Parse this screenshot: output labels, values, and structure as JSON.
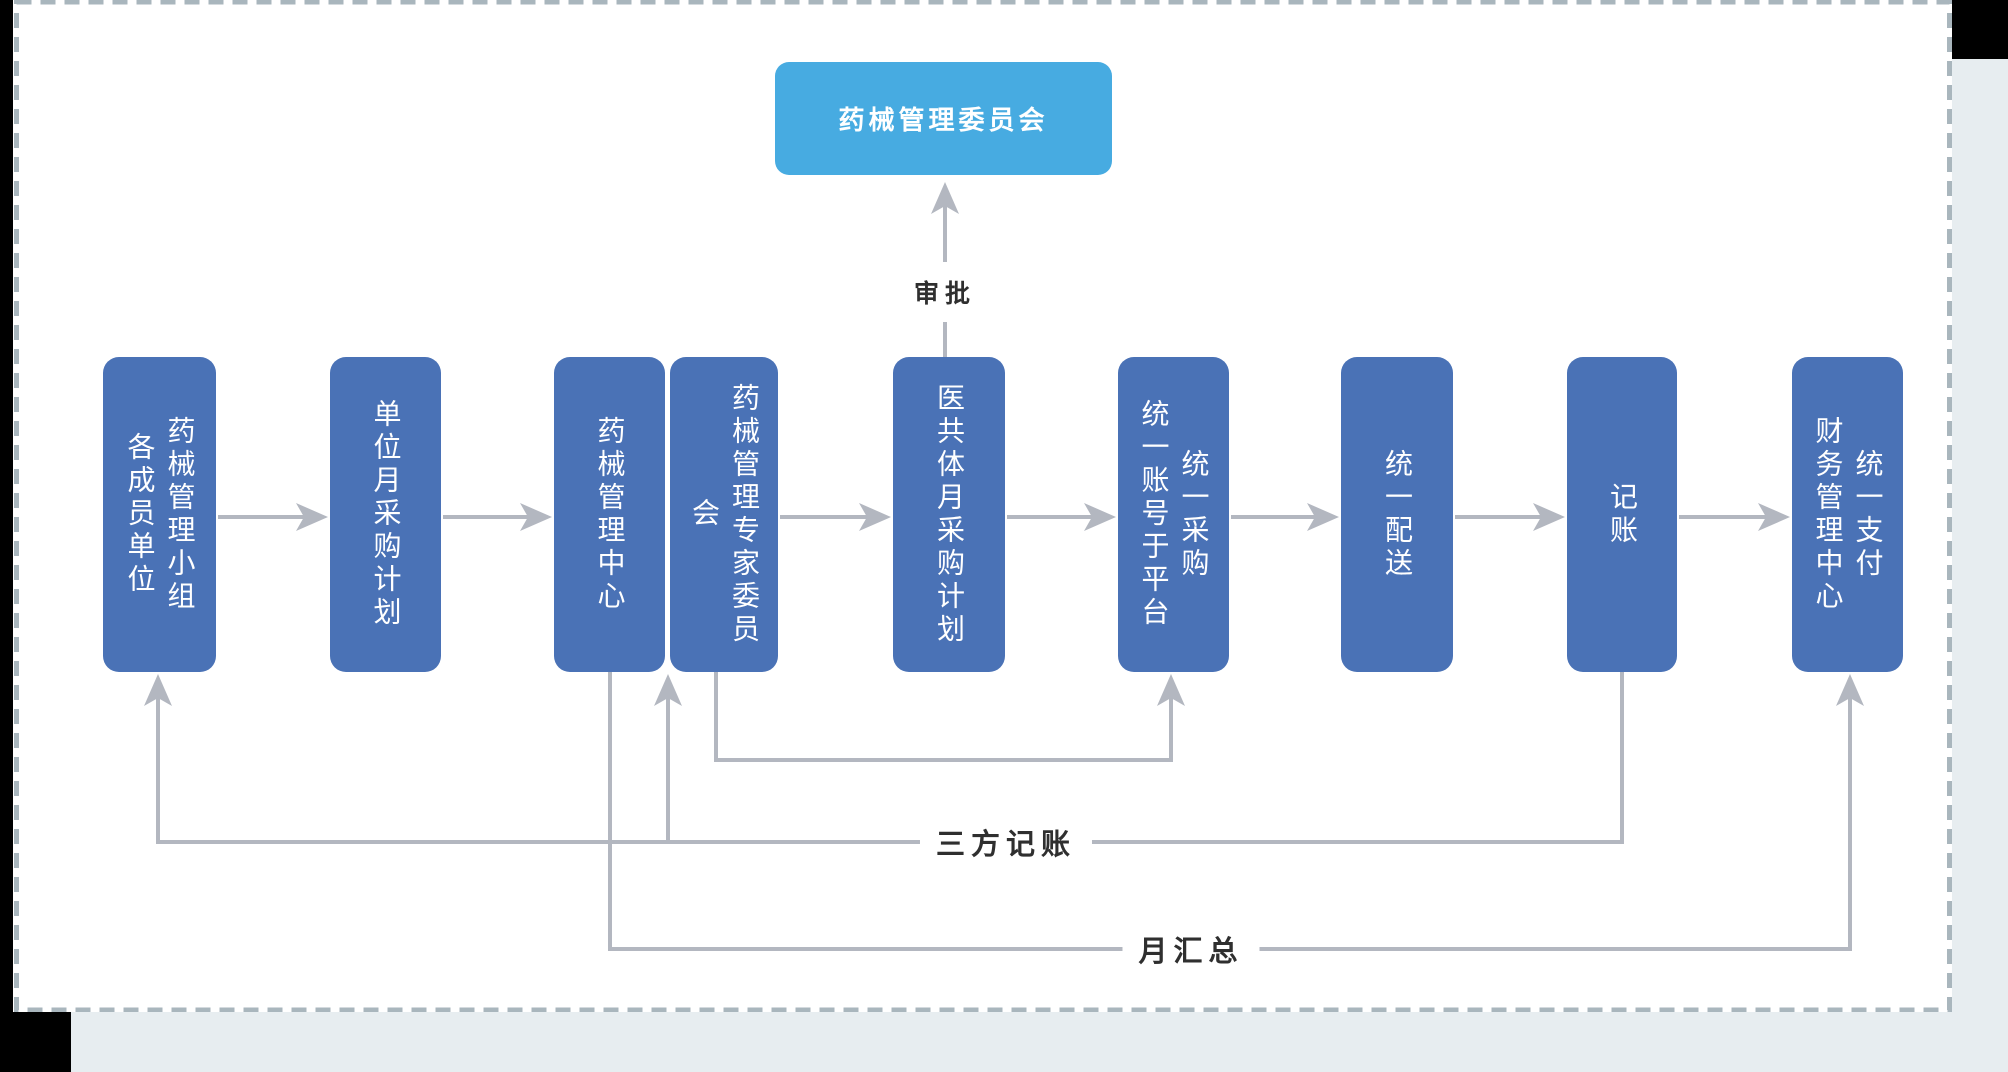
{
  "diagram": {
    "committee": {
      "label": "药械管理委员会"
    },
    "nodes": [
      {
        "id": "member-units-device-group",
        "lines": [
          "药械管理小组",
          "各成员单位"
        ]
      },
      {
        "id": "unit-monthly-purchase-plan",
        "lines": [
          "单位月采购计划"
        ]
      },
      {
        "id": "device-management-center",
        "lines": [
          "药械管理中心"
        ]
      },
      {
        "id": "device-expert-committee",
        "lines": [
          "药械管理专家委员会"
        ]
      },
      {
        "id": "community-monthly-purchase-plan",
        "lines": [
          "医共体月采购计划"
        ]
      },
      {
        "id": "unified-procurement-platform",
        "lines": [
          "统一采购",
          "统一账号于平台"
        ]
      },
      {
        "id": "unified-delivery",
        "lines": [
          "统一配送"
        ]
      },
      {
        "id": "bookkeeping",
        "lines": [
          "记账"
        ]
      },
      {
        "id": "finance-management-center",
        "lines": [
          "统一支付",
          "财务管理中心"
        ]
      }
    ],
    "edge_labels": {
      "approval": "审批",
      "three_party_bookkeeping": "三方记账",
      "monthly_summary": "月汇总"
    },
    "colors": {
      "node_fill": "#4a72b6",
      "committee_fill": "#47abe1",
      "connector": "#b3b7c0",
      "label_text": "#2f2f2f",
      "canvas_dash_border": "#a9b6bd",
      "outside_strip": "#e7edf0",
      "corner_block": "#000000"
    }
  }
}
